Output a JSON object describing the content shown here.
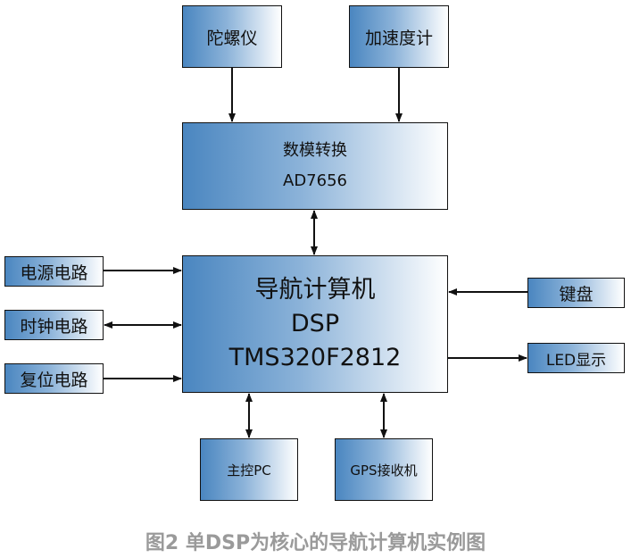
{
  "blocks": {
    "gyro": "陀螺仪",
    "accel": "加速度计",
    "adc_title": "数模转换",
    "adc_model": "AD7656",
    "dsp_title": "导航计算机",
    "dsp_type": "DSP",
    "dsp_model": "TMS320F2812",
    "power": "电源电路",
    "clock": "时钟电路",
    "reset": "复位电路",
    "keyboard": "键盘",
    "led": "LED显示",
    "pc": "主控PC",
    "gps": "GPS接收机"
  },
  "caption": "图2 单DSP为核心的导航计算机实例图"
}
